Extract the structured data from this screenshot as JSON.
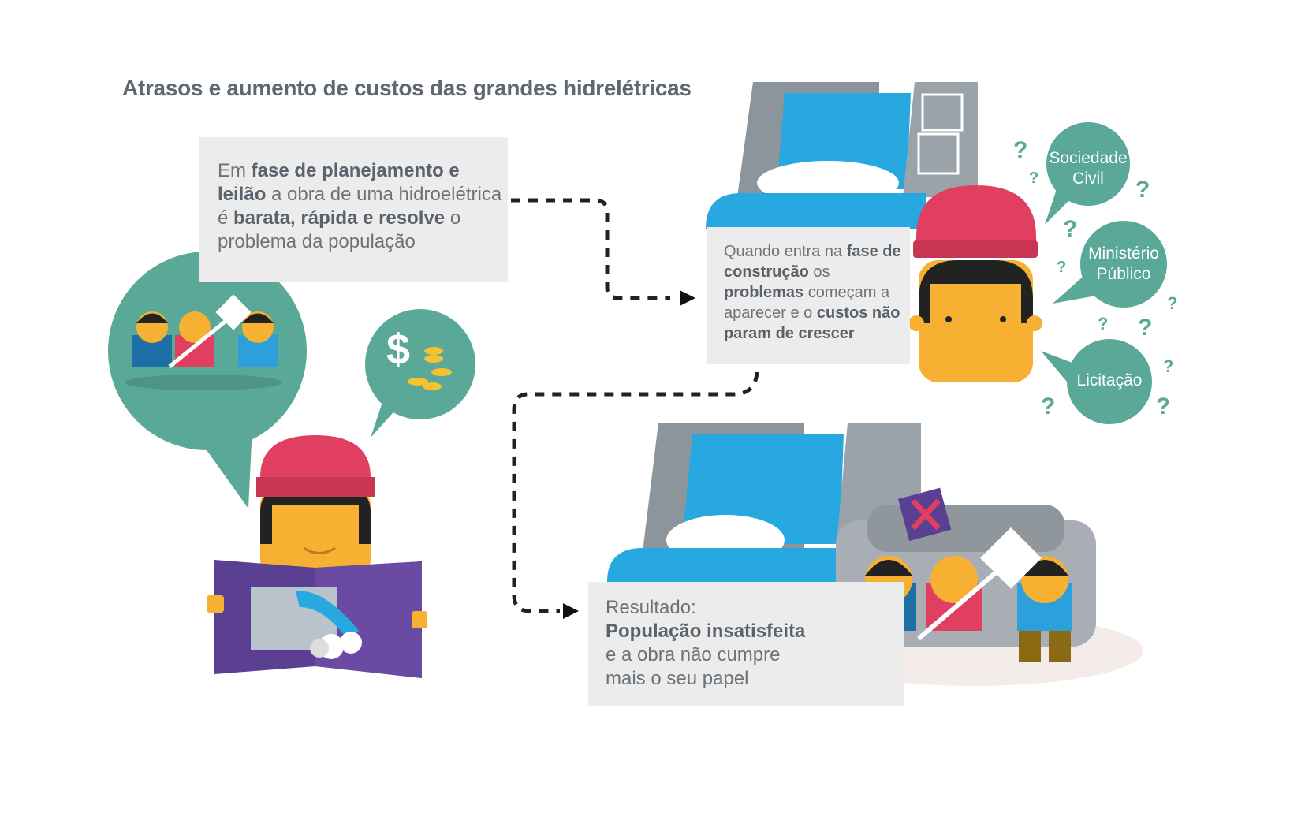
{
  "title": "Atrasos e aumento de custos das grandes hidrelétricas",
  "box1": {
    "segments": [
      "Em ",
      "fase de planejamento e leilão",
      " a obra de uma hidroelétrica é ",
      "barata, rápida e resolve",
      " o problema da população"
    ]
  },
  "box2": {
    "segments": [
      "Quando entra na ",
      "fase de construção",
      " os ",
      "problemas",
      " começam a aparecer e o ",
      "custos não param de crescer"
    ]
  },
  "box3": {
    "label": "Resultado:",
    "bold": "População insatisfeita",
    "rest": "e a obra não cumpre mais o seu papel"
  },
  "bubbles": [
    "Sociedade Civil",
    "Ministério Público",
    "Licitação"
  ],
  "money_symbol": "$",
  "question_mark": "?",
  "colors": {
    "teal": "#5aa898",
    "helmet": "#e03f5f",
    "face": "#f6b133",
    "water": "#27a8e0",
    "purple": "#5b3f93",
    "gray": "#8c959c"
  }
}
